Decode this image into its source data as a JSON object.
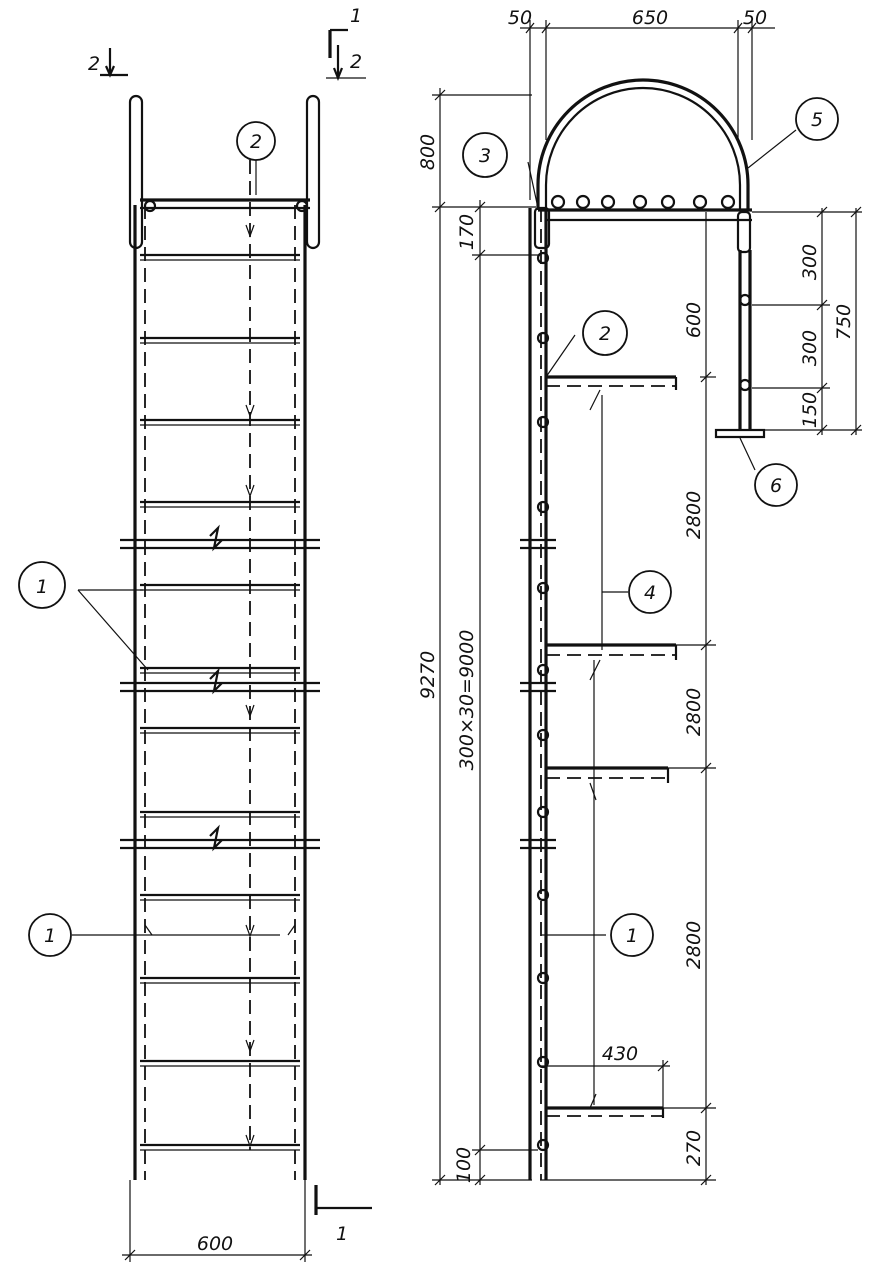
{
  "bubbles": {
    "b1a": "1",
    "b1b": "1",
    "b1c": "1",
    "b2a": "2",
    "b2b": "2",
    "b3": "3",
    "b4": "4",
    "b5": "5",
    "b6": "6"
  },
  "section_marks": {
    "cut2_left": "2",
    "cut1_top": "1",
    "cut2_top": "2",
    "cut1_bottom": "1"
  },
  "dimensions": {
    "d50_left": "50",
    "d650": "650",
    "d50_right": "50",
    "d800": "800",
    "d170": "170",
    "d600": "600",
    "d300_a": "300",
    "d300_b": "300",
    "d150": "150",
    "d750": "750",
    "d2800_a": "2800",
    "d2800_b": "2800",
    "d2800_c": "2800",
    "d9270": "9270",
    "d_rungs": "300×30=9000",
    "d430": "430",
    "d100": "100",
    "d270": "270",
    "d600_width": "600"
  }
}
